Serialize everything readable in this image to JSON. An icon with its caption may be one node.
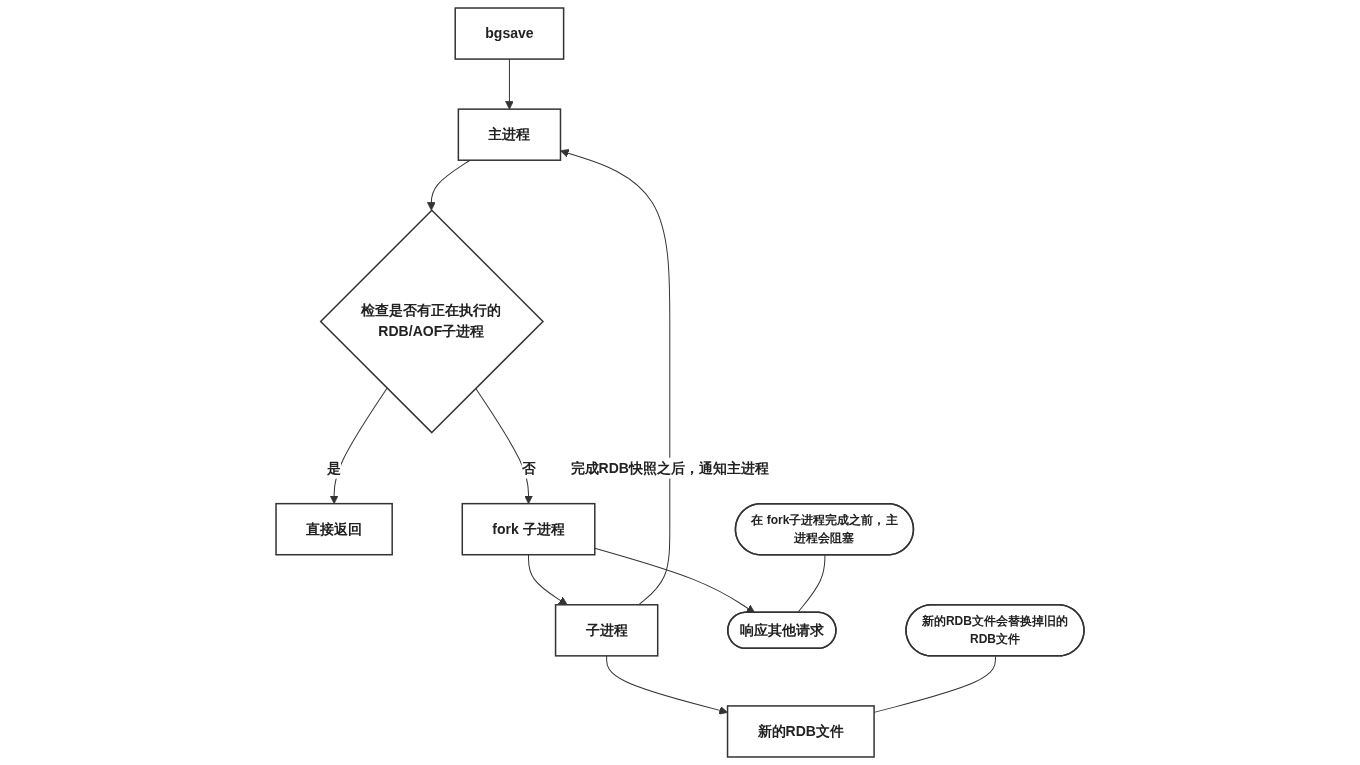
{
  "diagram": {
    "nodes": [
      {
        "text": [
          "bgsave"
        ]
      },
      {
        "text": [
          "主进程"
        ]
      },
      {
        "text": [
          "检查是否有正在执行的RDB/AOF子进程"
        ]
      },
      {
        "text": [
          "直接返回"
        ]
      },
      {
        "text": [
          "fork 子进程"
        ]
      },
      {
        "text": [
          "子进程"
        ]
      },
      {
        "text": [
          "响应其他请求"
        ]
      },
      {
        "text": [
          "新的RDB文件"
        ]
      },
      {
        "text": [
          "在 fork子进程完成之前，主进程会阻塞"
        ]
      },
      {
        "text": [
          "新的RDB文件会替换掉旧的RDB文件"
        ]
      }
    ],
    "edges": [
      {
        "from": 0,
        "to": 1,
        "arrow": "to"
      },
      {
        "from": 1,
        "to": 2,
        "arrow": "to"
      },
      {
        "from": 2,
        "to": 3,
        "arrow": "to",
        "label": "是"
      },
      {
        "from": 2,
        "to": 4,
        "arrow": "to",
        "label": "否"
      },
      {
        "from": 4,
        "to": 5,
        "arrow": "to"
      },
      {
        "from": 5,
        "to": 1,
        "arrow": "to",
        "label": "完成RDB快照之后，通知主进程"
      },
      {
        "from": 4,
        "to": 6,
        "arrow": "to"
      },
      {
        "from": 5,
        "to": 7,
        "arrow": "to"
      },
      {
        "from": 8,
        "to": 6,
        "arrow": "none"
      },
      {
        "from": 9,
        "to": 7,
        "arrow": "none"
      }
    ]
  }
}
